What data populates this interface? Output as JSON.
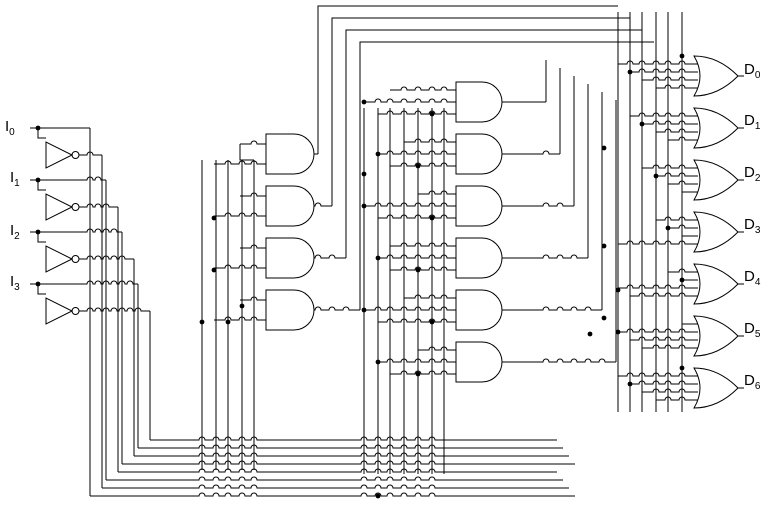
{
  "inputs": [
    {
      "letter": "I",
      "sub": "0"
    },
    {
      "letter": "I",
      "sub": "1"
    },
    {
      "letter": "I",
      "sub": "2"
    },
    {
      "letter": "I",
      "sub": "3"
    }
  ],
  "outputs": [
    {
      "letter": "D",
      "sub": "0"
    },
    {
      "letter": "D",
      "sub": "1"
    },
    {
      "letter": "D",
      "sub": "2"
    },
    {
      "letter": "D",
      "sub": "3"
    },
    {
      "letter": "D",
      "sub": "4"
    },
    {
      "letter": "D",
      "sub": "5"
    },
    {
      "letter": "D",
      "sub": "6"
    }
  ],
  "colors": {
    "stroke": "#000000",
    "background": "#ffffff"
  }
}
